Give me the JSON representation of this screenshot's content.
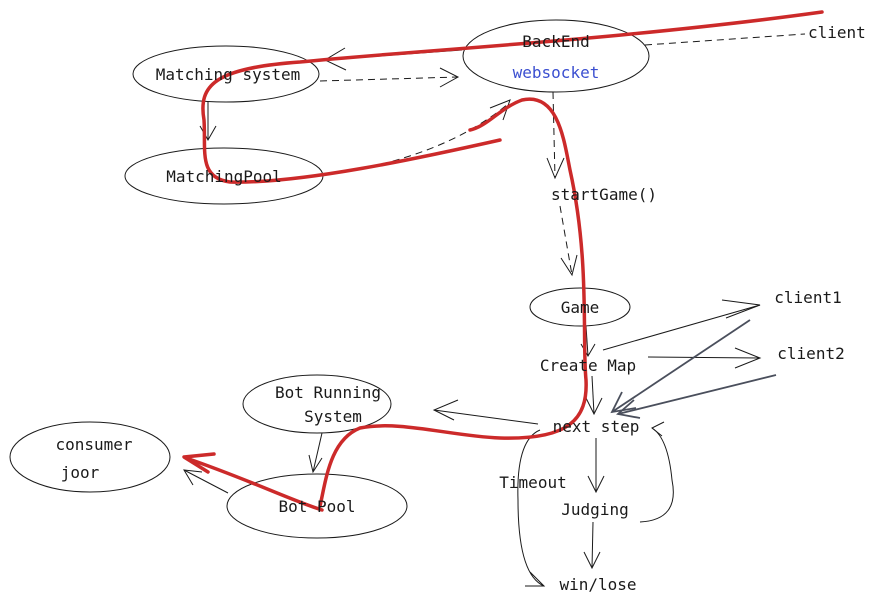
{
  "diagram": {
    "nodes": {
      "backend": "BackEnd",
      "websocket": "websocket",
      "client": "client",
      "matching_system": "Matching system",
      "matching_pool": "MatchingPool",
      "start_game": "startGame()",
      "game": "Game",
      "create_map": "Create Map",
      "client1": "client1",
      "client2": "client2",
      "bot_running_line1": "Bot Running",
      "bot_running_line2": "System",
      "next_step": "next step",
      "consumer_line1": "consumer",
      "consumer_line2": "joor",
      "bot_pool": "Bot Pool",
      "timeout": "Timeout",
      "judging": "Judging",
      "win_lose": "win/lose"
    },
    "colors": {
      "ink": "#1a1a1a",
      "highlight_path": "#cc2a2a",
      "accent_text": "#3b4fd0",
      "client_arrows": "#4a4f5c"
    }
  }
}
